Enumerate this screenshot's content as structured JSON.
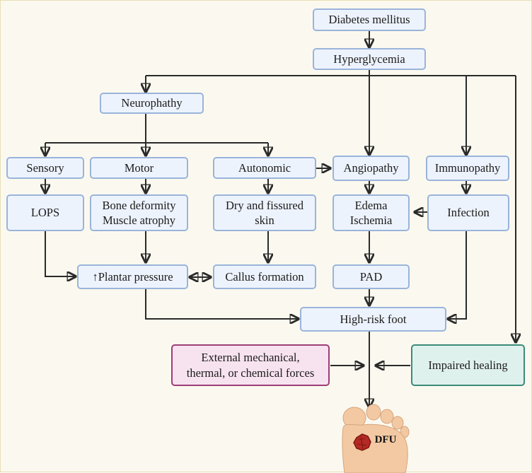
{
  "nodes": {
    "diabetes": "Diabetes mellitus",
    "hyperglycemia": "Hyperglycemia",
    "neuropathy": "Neurophathy",
    "sensory": "Sensory",
    "motor": "Motor",
    "autonomic": "Autonomic",
    "angiopathy": "Angiopathy",
    "immunopathy": "Immunopathy",
    "lops": "LOPS",
    "bone_deformity_line1": "Bone deformity",
    "bone_deformity_line2": "Muscle atrophy",
    "dry_skin_line1": "Dry and fissured",
    "dry_skin_line2": "skin",
    "edema_line1": "Edema",
    "edema_line2": "Ischemia",
    "infection": "Infection",
    "plantar_pressure": "↑Plantar pressure",
    "callus": "Callus formation",
    "pad": "PAD",
    "high_risk_foot": "High-risk foot",
    "external_forces_line1": "External mechanical,",
    "external_forces_line2": "thermal, or chemical forces",
    "impaired_healing": "Impaired healing",
    "dfu": "DFU"
  },
  "colors": {
    "box_fill": "#edf3fd",
    "box_border": "#9ab4da",
    "external_fill": "#f7e3ef",
    "external_border": "#9e3d78",
    "healing_fill": "#dff1ec",
    "healing_border": "#3b8b79",
    "background": "#fbf9ef",
    "arrow": "#2a2a2a",
    "skin": "#f2c9a3",
    "wound": "#b42a24"
  },
  "icons": [
    "foot-icon",
    "ulcer-wound-icon"
  ]
}
